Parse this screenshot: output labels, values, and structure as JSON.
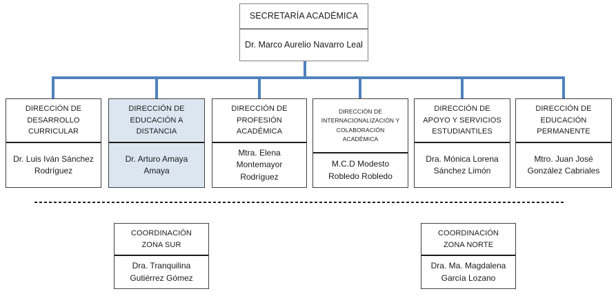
{
  "palette": {
    "connector_blue": "#4f81bd",
    "highlight_fill": "#dce6f1",
    "border_dark": "#3f3f3f",
    "border_gray": "#808080",
    "divider_black": "#1a1a1a",
    "text_color": "#1a1a1a"
  },
  "org": {
    "root": {
      "title": "SECRETARÍA ACADÉMICA",
      "name": "Dr. Marco Aurelio Navarro Leal"
    },
    "directions": [
      {
        "title": "DIRECCIÓN DE DESARROLLO CURRICULAR",
        "name": "Dr. Luis Iván Sánchez Rodríguez",
        "highlighted": false
      },
      {
        "title": "DIRECCIÓN DE EDUCACIÓN A DISTANCIA",
        "name": "Dr. Arturo Amaya Amaya",
        "highlighted": true
      },
      {
        "title": "DIRECCIÓN DE PROFESIÓN ACADÉMICA",
        "name": "Mtra. Elena Montemayor Rodríguez",
        "highlighted": false
      },
      {
        "title": "DIRECCIÓN DE INTERNACIONALIZACIÓN Y COLABORACIÓN ACADÉMICA",
        "name": "M.C.D Modesto Robledo Robledo",
        "highlighted": false
      },
      {
        "title": "DIRECCIÓN DE APOYO Y SERVICIOS ESTUDIANTILES",
        "name": "Dra. Mónica Lorena Sánchez Limón",
        "highlighted": false
      },
      {
        "title": "DIRECCIÓN DE EDUCACIÓN PERMANENTE",
        "name": "Mtro. Juan José González Cabriales",
        "highlighted": false
      }
    ],
    "coordinations": [
      {
        "title": "COORDINACIÓN ZONA SUR",
        "name": "Dra. Tranquilina Gutiérrez Gómez"
      },
      {
        "title": "COORDINACIÓN ZONA NORTE",
        "name": "Dra. Ma. Magdalena García Lozano"
      }
    ]
  }
}
